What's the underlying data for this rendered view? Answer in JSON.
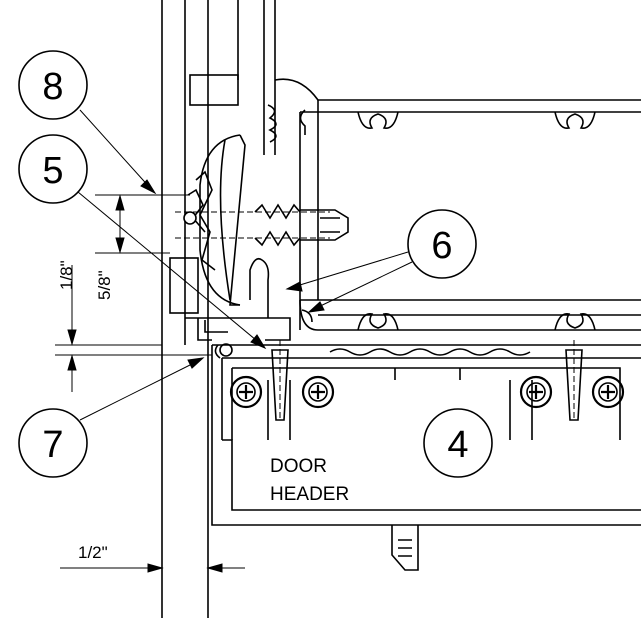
{
  "callouts": [
    "8",
    "5",
    "6",
    "7",
    "4"
  ],
  "dimensions": {
    "d_1_8": "1/8\"",
    "d_5_8": "5/8\"",
    "d_1_2": "1/2\""
  },
  "header_label": {
    "line1": "DOOR",
    "line2": "HEADER"
  }
}
